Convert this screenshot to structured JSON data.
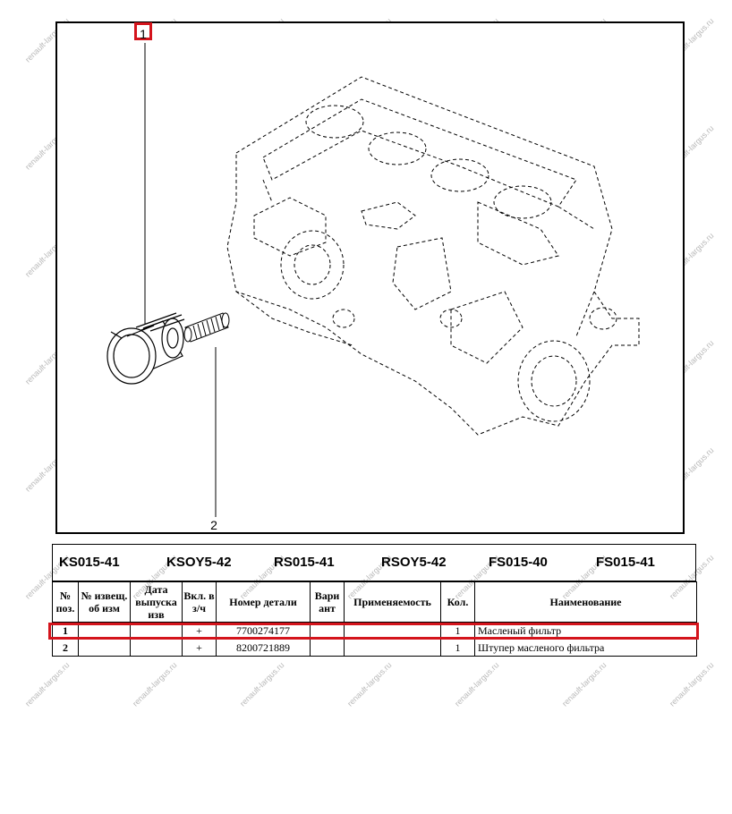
{
  "callouts": {
    "one": "1",
    "two": "2"
  },
  "codes": [
    "KS015-41",
    "KSOY5-42",
    "RS015-41",
    "RSOY5-42",
    "FS015-40",
    "FS015-41"
  ],
  "table": {
    "headers": {
      "pos": "№ поз.",
      "notice": "№ извещ. об изм",
      "date": "Дата выпуска изв",
      "incl": "Вкл. в з/ч",
      "part_number": "Номер детали",
      "variant": "Вари ант",
      "applicability": "Применяемость",
      "qty": "Кол.",
      "name": "Наименование"
    },
    "rows": [
      {
        "pos": "1",
        "notice": "",
        "date": "",
        "incl": "+",
        "part_number": "7700274177",
        "variant": "",
        "applicability": "",
        "qty": "1",
        "name": "Масленый фильтр"
      },
      {
        "pos": "2",
        "notice": "",
        "date": "",
        "incl": "+",
        "part_number": "8200721889",
        "variant": "",
        "applicability": "",
        "qty": "1",
        "name": "Штупер масленого фильтра"
      }
    ]
  },
  "watermark": "renault-largus.ru",
  "colors": {
    "highlight": "#d4141c",
    "watermark": "#b8b8b8"
  }
}
